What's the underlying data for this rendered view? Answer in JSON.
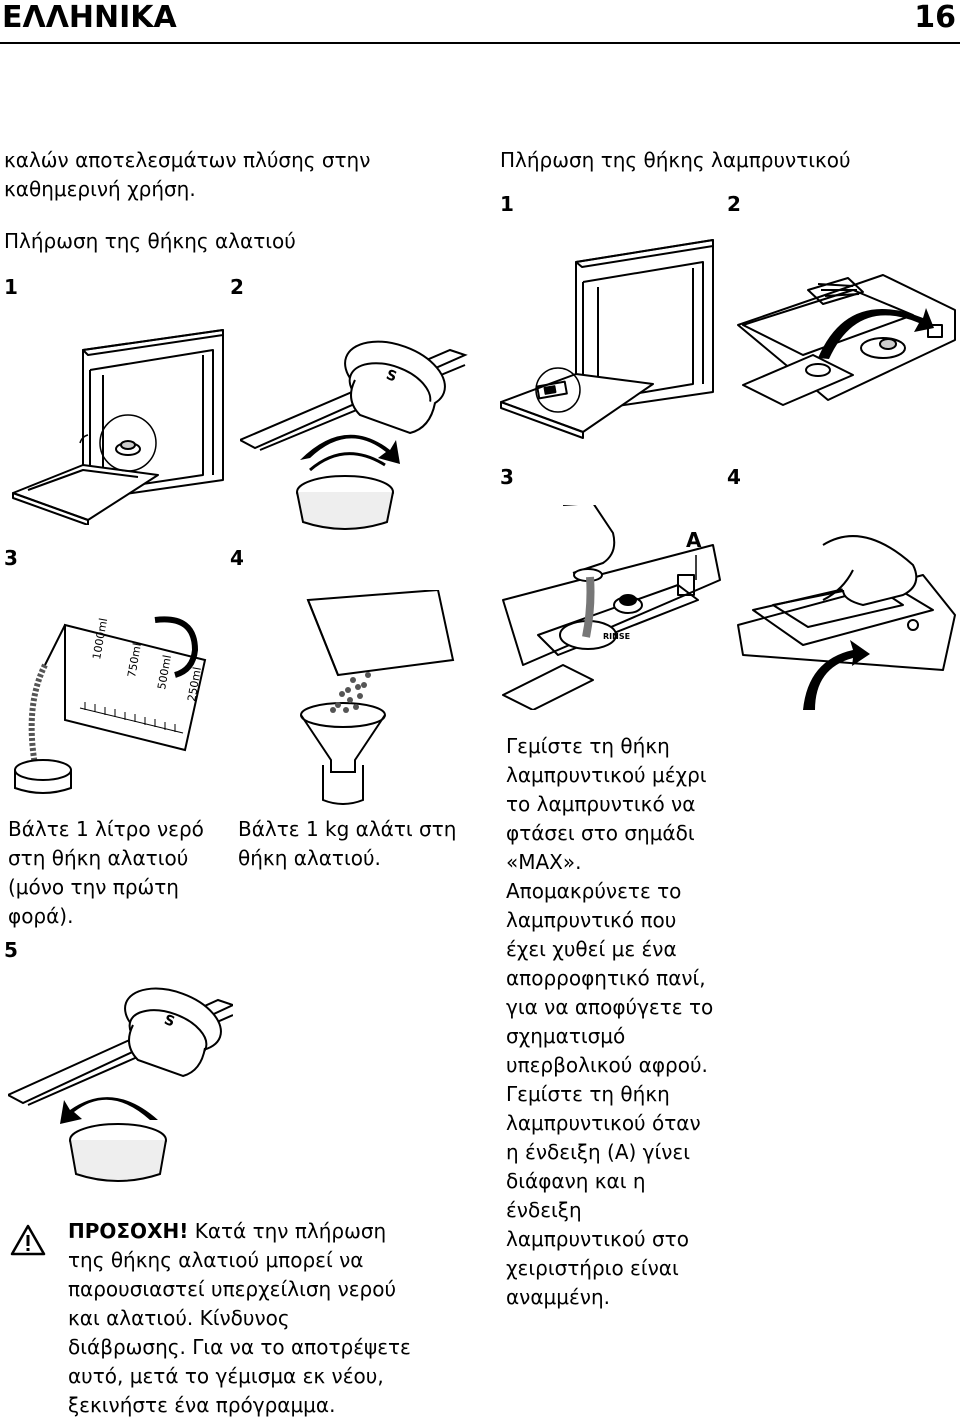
{
  "header": {
    "title": "ΕΛΛΗΝΙΚΑ",
    "page_number": "16"
  },
  "left": {
    "intro": [
      "καλών αποτελεσμάτων πλύσης στην",
      "καθημερινή χρήση."
    ],
    "salt_title": "Πλήρωση της θήκης αλατιού",
    "steps": [
      "1",
      "2",
      "3",
      "4",
      "5"
    ],
    "step3_text": [
      "Βάλτε 1 λίτρο νερό",
      "στη θήκη αλατιού",
      "(μόνο την πρώτη",
      "φορά)."
    ],
    "step4_text": [
      "Βάλτε 1 kg αλάτι στη",
      "θήκη αλατιού."
    ],
    "jug_marks": [
      "1000ml",
      "750ml",
      "500ml",
      "250ml"
    ],
    "cap_letter": "S",
    "warning": {
      "icon": "warning-triangle-icon",
      "lead": "ΠΡΟΣΟΧΗ!",
      "lines": [
        " Κατά την πλήρωση",
        "της θήκης αλατιού μπορεί να",
        "παρουσιαστεί υπερχείλιση νερού",
        "και αλατιού. Κίνδυνος",
        "διάβρωσης. Για να το αποτρέψετε",
        "αυτό, μετά το γέμισμα εκ νέου,",
        "ξεκινήστε ένα πρόγραμμα."
      ]
    }
  },
  "right": {
    "rinse_title": "Πλήρωση της θήκης λαμπρυντικού",
    "steps": [
      "1",
      "2",
      "3",
      "4"
    ],
    "indicator_label": "A",
    "rinse_label": "RINSE",
    "text": [
      "Γεμίστε τη θήκη",
      "λαμπρυντικού μέχρι",
      "το λαμπρυντικό να",
      "φτάσει στο σημάδι",
      "«MAX».",
      "Απομακρύνετε το",
      "λαμπρυντικό που",
      "έχει χυθεί με ένα",
      "απορροφητικό πανί,",
      "για να αποφύγετε το",
      "σχηματισμό",
      "υπερβολικού αφρού.",
      "Γεμίστε τη θήκη",
      "λαμπρυντικού όταν",
      "η ένδειξη (A) γίνει",
      "διάφανη και η",
      "ένδειξη",
      "λαμπρυντικού στο",
      "χειριστήριο είναι",
      "αναμμένη."
    ]
  }
}
